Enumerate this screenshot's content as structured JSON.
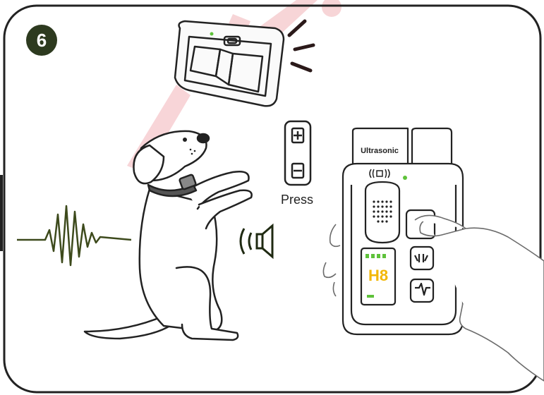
{
  "step": {
    "number": "6"
  },
  "remote": {
    "brand_label": "Ultrasonic",
    "display_value": "H8"
  },
  "instruction": {
    "action_label": "Press"
  },
  "colors": {
    "step_badge": "#2d3a1f",
    "waveform": "#3d4a1c",
    "led_green": "#5ec23a",
    "display_amber": "#f2b705",
    "watermark": "#f2b3b8",
    "line": "#222222"
  }
}
